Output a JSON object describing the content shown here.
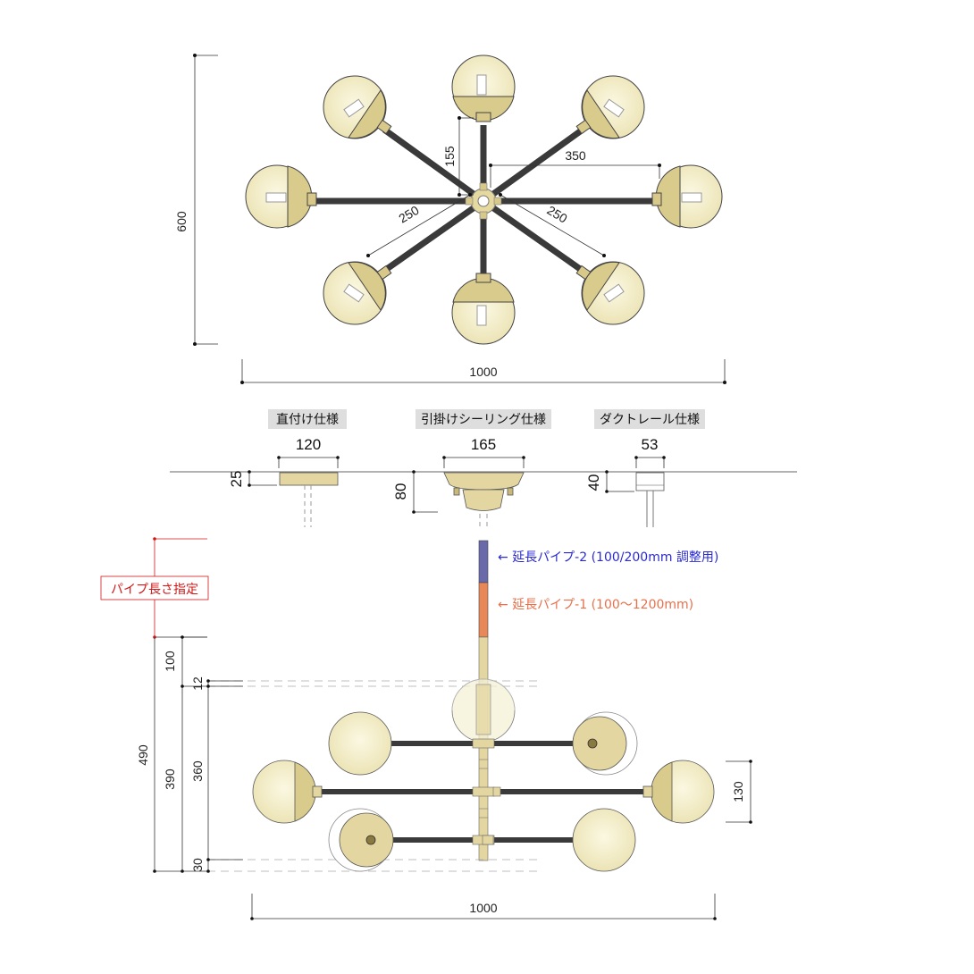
{
  "top_view": {
    "height_dim": "600",
    "width_dim": "1000",
    "arm_dim_155": "155",
    "arm_dim_350": "350",
    "diag_dim_left": "250",
    "diag_dim_right": "250"
  },
  "specs": [
    {
      "title": "直付け仕様",
      "width": "120",
      "height": "25"
    },
    {
      "title": "引掛けシーリング仕様",
      "width": "165",
      "height": "80"
    },
    {
      "title": "ダクトレール仕様",
      "width": "53",
      "height": "40"
    }
  ],
  "pipe_notes": {
    "pipe2": "← 延長パイプ-2 (100/200mm 調整用)",
    "pipe1": "← 延長パイプ-1 (100～1200mm)",
    "pipe_length": "パイプ長さ指定"
  },
  "side_view": {
    "dim_100": "100",
    "dim_12": "12",
    "dim_490": "490",
    "dim_390": "390",
    "dim_360": "360",
    "dim_30": "30",
    "dim_130": "130",
    "width_dim": "1000"
  },
  "colors": {
    "globe": "#f2edc8",
    "brass": "#d8c98a",
    "arm": "#3a3a3a",
    "pipe2": "#6a6aaa",
    "pipe1": "#e88858",
    "red": "#d01818"
  }
}
